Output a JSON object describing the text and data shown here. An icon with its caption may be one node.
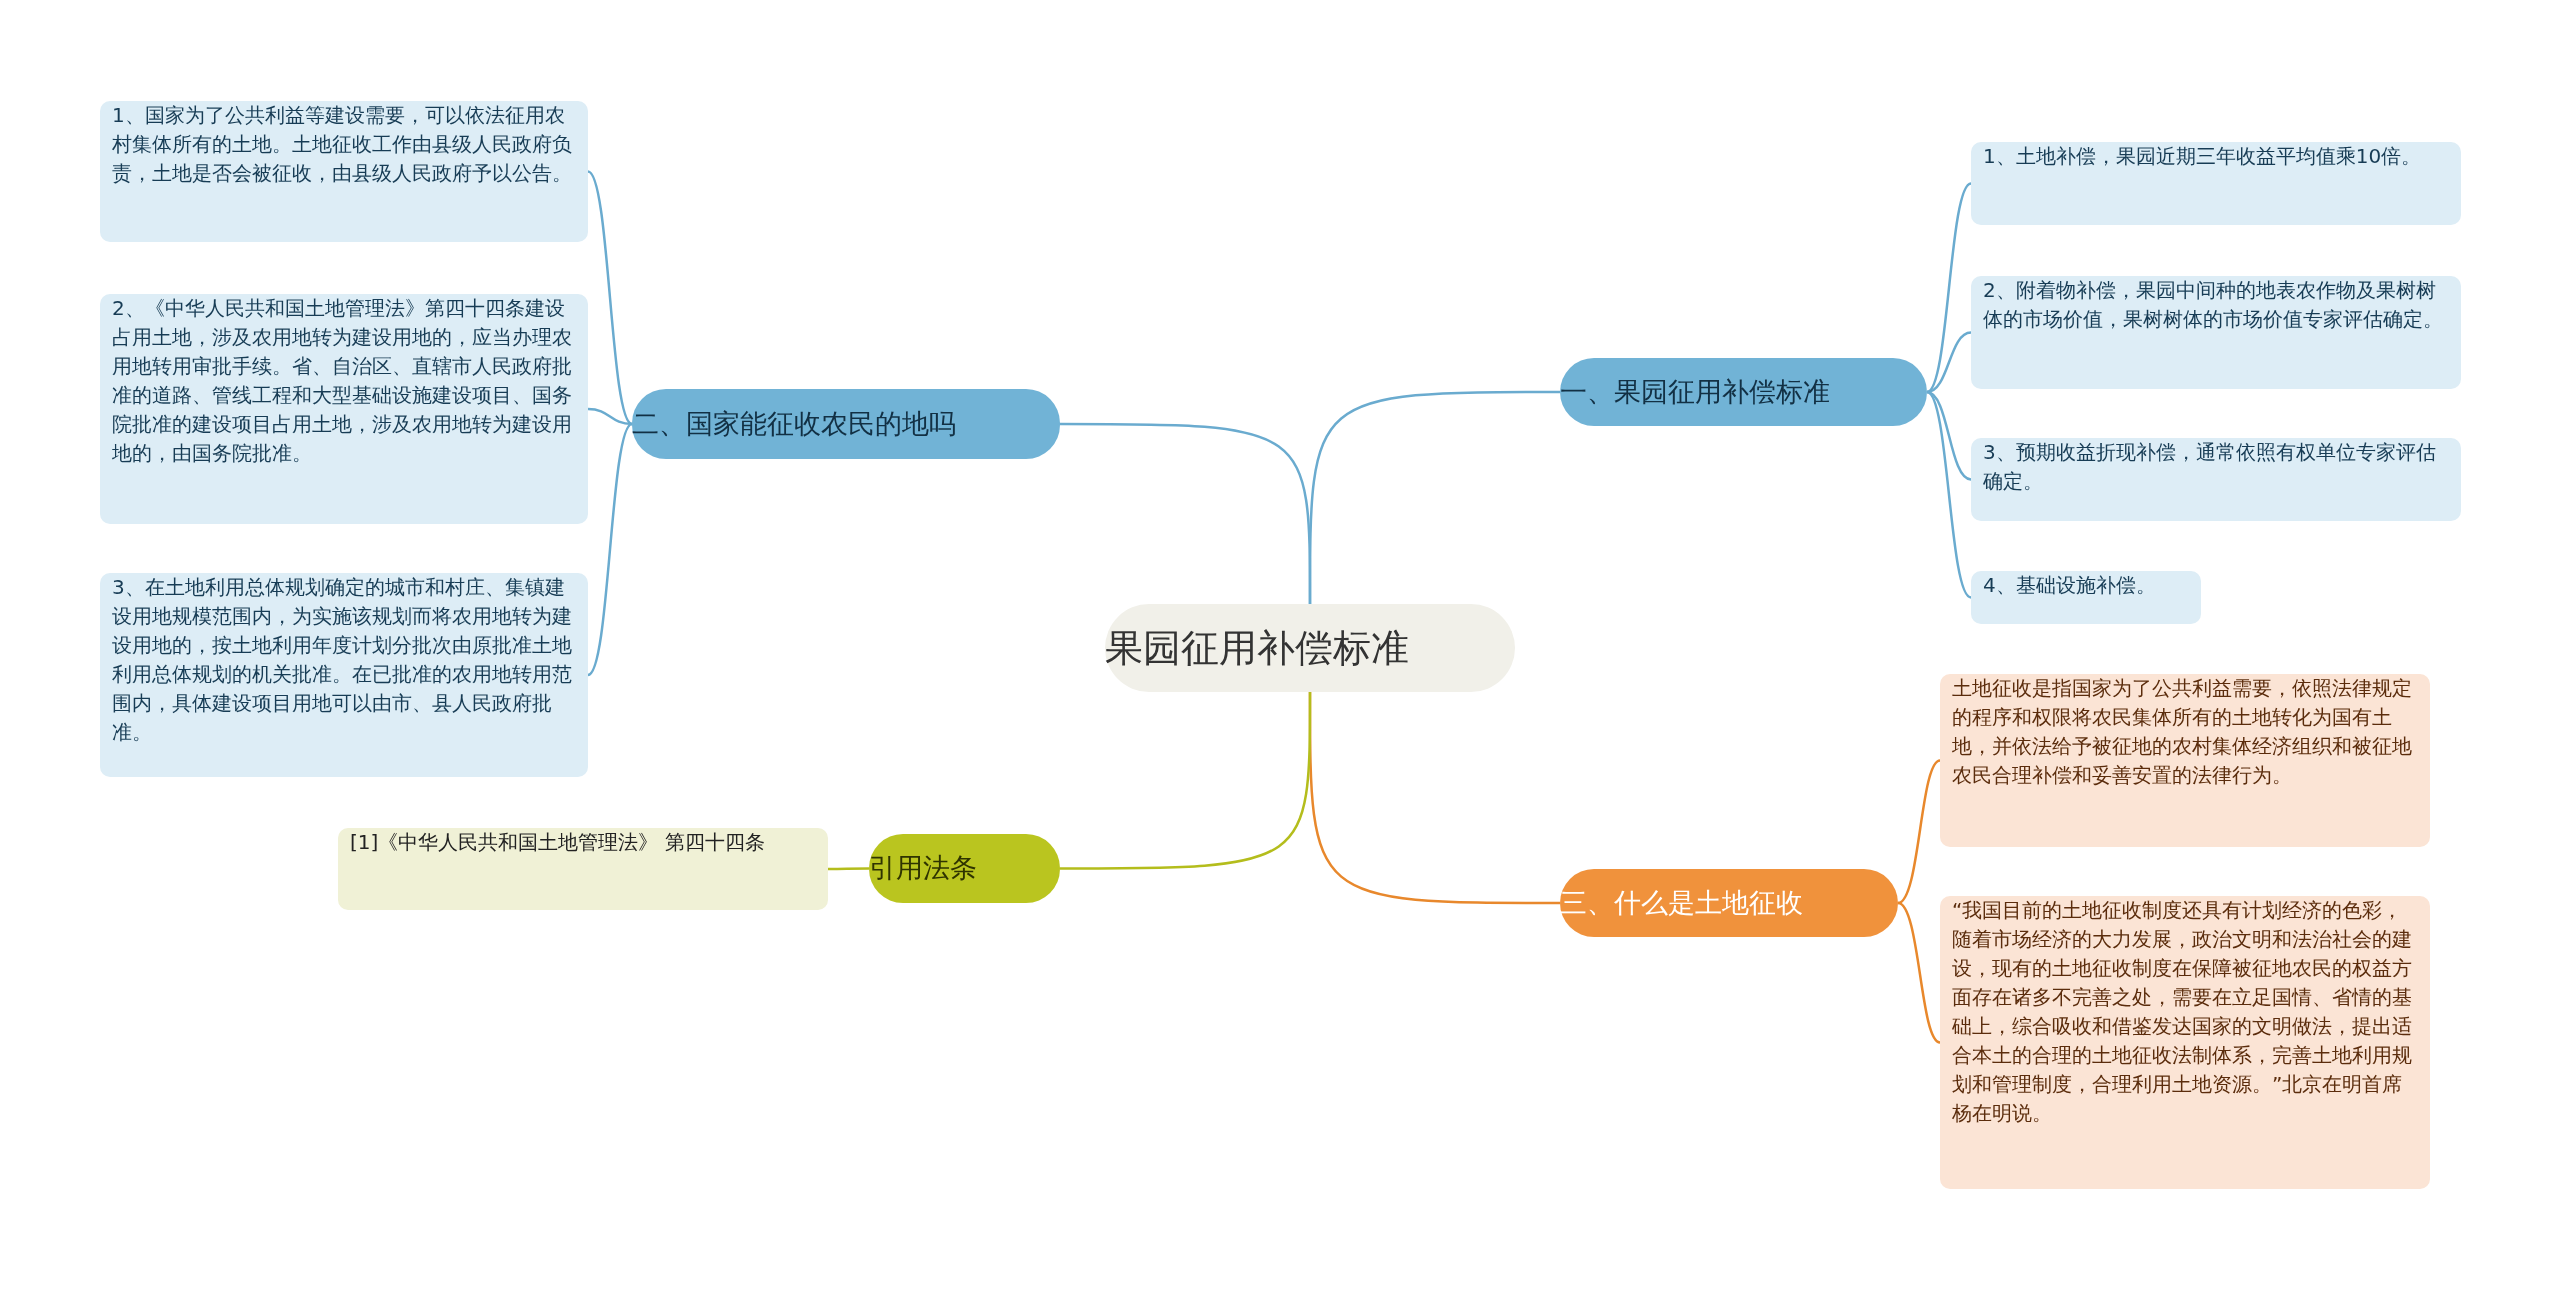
{
  "diagram": {
    "nodes": [
      {
        "text": [
          "果园征用补偿标准"
        ]
      },
      {
        "text": [
          "一、果园征用补偿标准"
        ]
      },
      {
        "text": [
          "1、土地补偿，果园近期三年收益平均值乘10倍。"
        ]
      },
      {
        "text": [
          "2、附着物补偿，果园中间种的地表农作物及果树树体的市场价值，果树树体的市场价值专家评估确定。"
        ]
      },
      {
        "text": [
          "3、预期收益折现补偿，通常依照有权单位专家评估确定。"
        ]
      },
      {
        "text": [
          "4、基础设施补偿。"
        ]
      },
      {
        "text": [
          "三、什么是土地征收"
        ]
      },
      {
        "text": [
          "土地征收是指国家为了公共利益需要，依照法律规定的程序和权限将农民集体所有的土地转化为国有土地，并依法给予被征地的农村集体经济组织和被征地农民合理补偿和妥善安置的法律行为。"
        ]
      },
      {
        "text": [
          "“我国目前的土地征收制度还具有计划经济的色彩，随着市场经济的大力发展，政治文明和法治社会的建设，现有的土地征收制度在保障被征地农民的权益方面存在诸多不完善之处，需要在立足国情、省情的基础上，综合吸收和借鉴发达国家的文明做法，提出适合本土的合理的土地征收法制体系，完善土地利用规划和管理制度，合理利用土地资源。”北京在明首席杨在明说。"
        ]
      },
      {
        "text": [
          "二、国家能征收农民的地吗"
        ]
      },
      {
        "text": [
          "1、国家为了公共利益等建设需要，可以依法征用农村集体所有的土地。土地征收工作由县级人民政府负责，土地是否会被征收，由县级人民政府予以公告。"
        ]
      },
      {
        "text": [
          "2、《中华人民共和国土地管理法》第四十四条建设占用土地，涉及农用地转为建设用地的，应当办理农用地转用审批手续。省、自治区、直辖市人民政府批准的道路、管线工程和大型基础设施建设项目、国务院批准的建设项目占用土地，涉及农用地转为建设用地的，由国务院批准。"
        ]
      },
      {
        "text": [
          "3、在土地利用总体规划确定的城市和村庄、集镇建设用地规模范围内，为实施该规划而将农用地转为建设用地的，按土地利用年度计划分批次由原批准土地利用总体规划的机关批准。在已批准的农用地转用范围内，具体建设项目用地可以由市、县人民政府批准。"
        ]
      },
      {
        "text": [
          "引用法条"
        ]
      },
      {
        "text": [
          "[1]《中华人民共和国土地管理法》 第四十四条"
        ]
      }
    ],
    "edges": [
      {
        "from": 0,
        "to": 1,
        "arrow": "none"
      },
      {
        "from": 1,
        "to": 2,
        "arrow": "none"
      },
      {
        "from": 1,
        "to": 3,
        "arrow": "none"
      },
      {
        "from": 1,
        "to": 4,
        "arrow": "none"
      },
      {
        "from": 1,
        "to": 5,
        "arrow": "none"
      },
      {
        "from": 0,
        "to": 6,
        "arrow": "none",
        "color": "#e8882c"
      },
      {
        "from": 6,
        "to": 7,
        "arrow": "none",
        "color": "#e8882c"
      },
      {
        "from": 6,
        "to": 8,
        "arrow": "none",
        "color": "#e8882c"
      },
      {
        "from": 0,
        "to": 9,
        "arrow": "none"
      },
      {
        "from": 9,
        "to": 10,
        "arrow": "none"
      },
      {
        "from": 9,
        "to": 11,
        "arrow": "none"
      },
      {
        "from": 9,
        "to": 12,
        "arrow": "none"
      },
      {
        "from": 0,
        "to": 13,
        "arrow": "none",
        "color": "#b4bd1c"
      },
      {
        "from": 13,
        "to": 14,
        "arrow": "none",
        "color": "#b4bd1c"
      }
    ]
  }
}
